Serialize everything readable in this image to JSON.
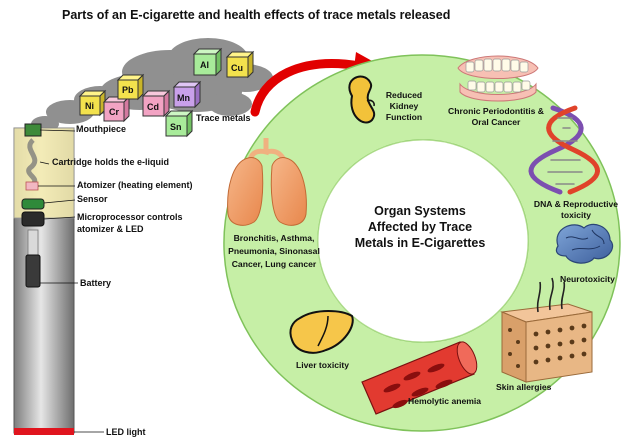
{
  "title": "Parts of an E-cigarette and health effects of trace metals released",
  "ecig": {
    "mouthpiece": "Mouthpiece",
    "cartridge": "Cartridge holds the e-liquid",
    "atomizer": "Atomizer (heating element)",
    "sensor": "Sensor",
    "microprocessor": "Microprocessor controls atomizer & LED",
    "battery": "Battery",
    "led": "LED light"
  },
  "trace_metals": {
    "label": "Trace metals",
    "symbols": [
      "Ni",
      "Cr",
      "Pb",
      "Cd",
      "Mn",
      "Al",
      "Cu",
      "Sn"
    ]
  },
  "center_text": "Organ Systems Affected by Trace Metals in E-Cigarettes",
  "organs": {
    "kidney": "Reduced Kidney Function",
    "oral": "Chronic Periodontitis & Oral Cancer",
    "dna": "DNA & Reproductive toxicity",
    "neuro": "Neurotoxicity",
    "skin": "Skin allergies",
    "blood": "Hemolytic anemia",
    "liver": "Liver toxicity",
    "lung": "Bronchitis, Asthma, Pneumonia, Sinonasal Cancer, Lung cancer"
  },
  "colors": {
    "ring_fill": "#c6efa6",
    "arrow": "#e10000",
    "led": "#e0141e",
    "smoke": "#7a7a7a"
  }
}
